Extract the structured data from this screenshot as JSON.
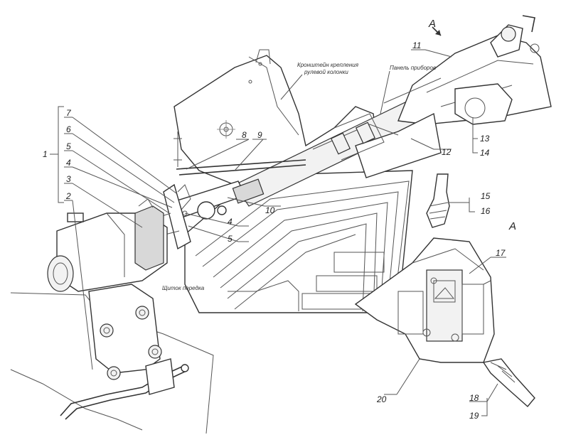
{
  "view_label_top": "A",
  "view_label_detail": "A",
  "captions": {
    "bracket_line1": "Кронштейн крепления",
    "bracket_line2": "рулевой колонки",
    "instrument_panel": "Панель приборов",
    "front_shield": "Щиток передка"
  },
  "callouts": {
    "n1": "1",
    "n2": "2",
    "n3": "3",
    "n4a": "4",
    "n5a": "5",
    "n6": "6",
    "n7": "7",
    "n8": "8",
    "n9": "9",
    "n10": "10",
    "n4b": "4",
    "n5b": "5",
    "n11": "11",
    "n12": "12",
    "n13": "13",
    "n14": "14",
    "n15": "15",
    "n16": "16",
    "n17": "17",
    "n18": "18",
    "n19": "19",
    "n20": "20"
  }
}
